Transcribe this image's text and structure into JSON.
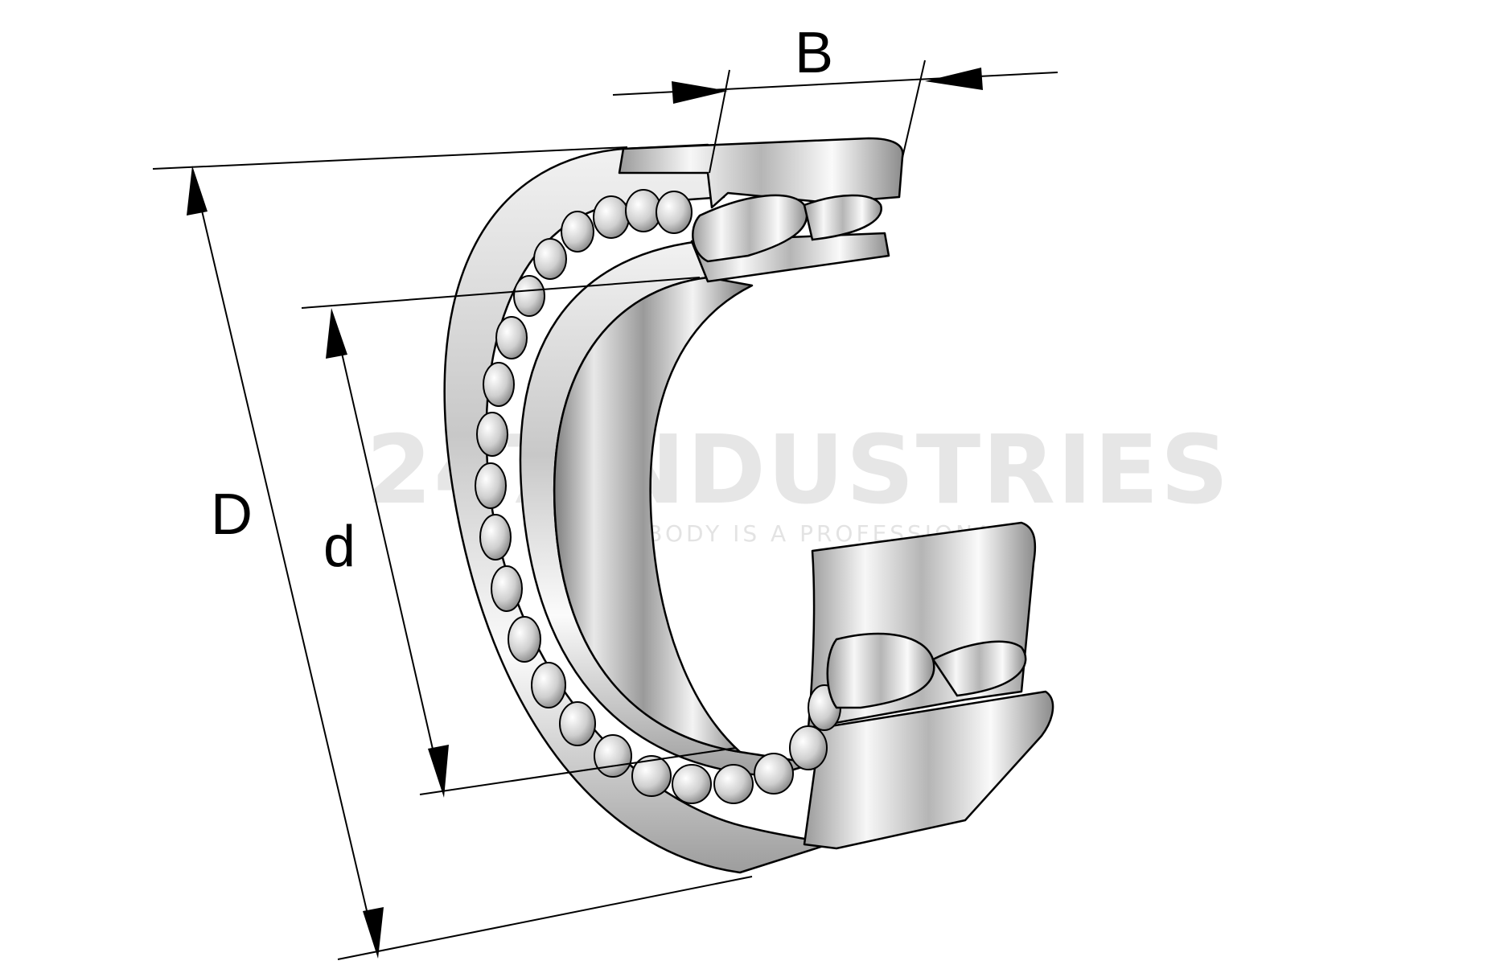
{
  "dimensions": {
    "outer_diameter": "D",
    "bore_diameter": "d",
    "width": "B"
  },
  "watermark": {
    "brand": "247INDUSTRIES",
    "tagline": "EVERYBODY IS A PROFESSIONAL"
  },
  "colors": {
    "line": "#000000",
    "steel_light": "#f4f4f4",
    "steel_dark": "#8a8a8a",
    "watermark": "#d6d6d6"
  }
}
